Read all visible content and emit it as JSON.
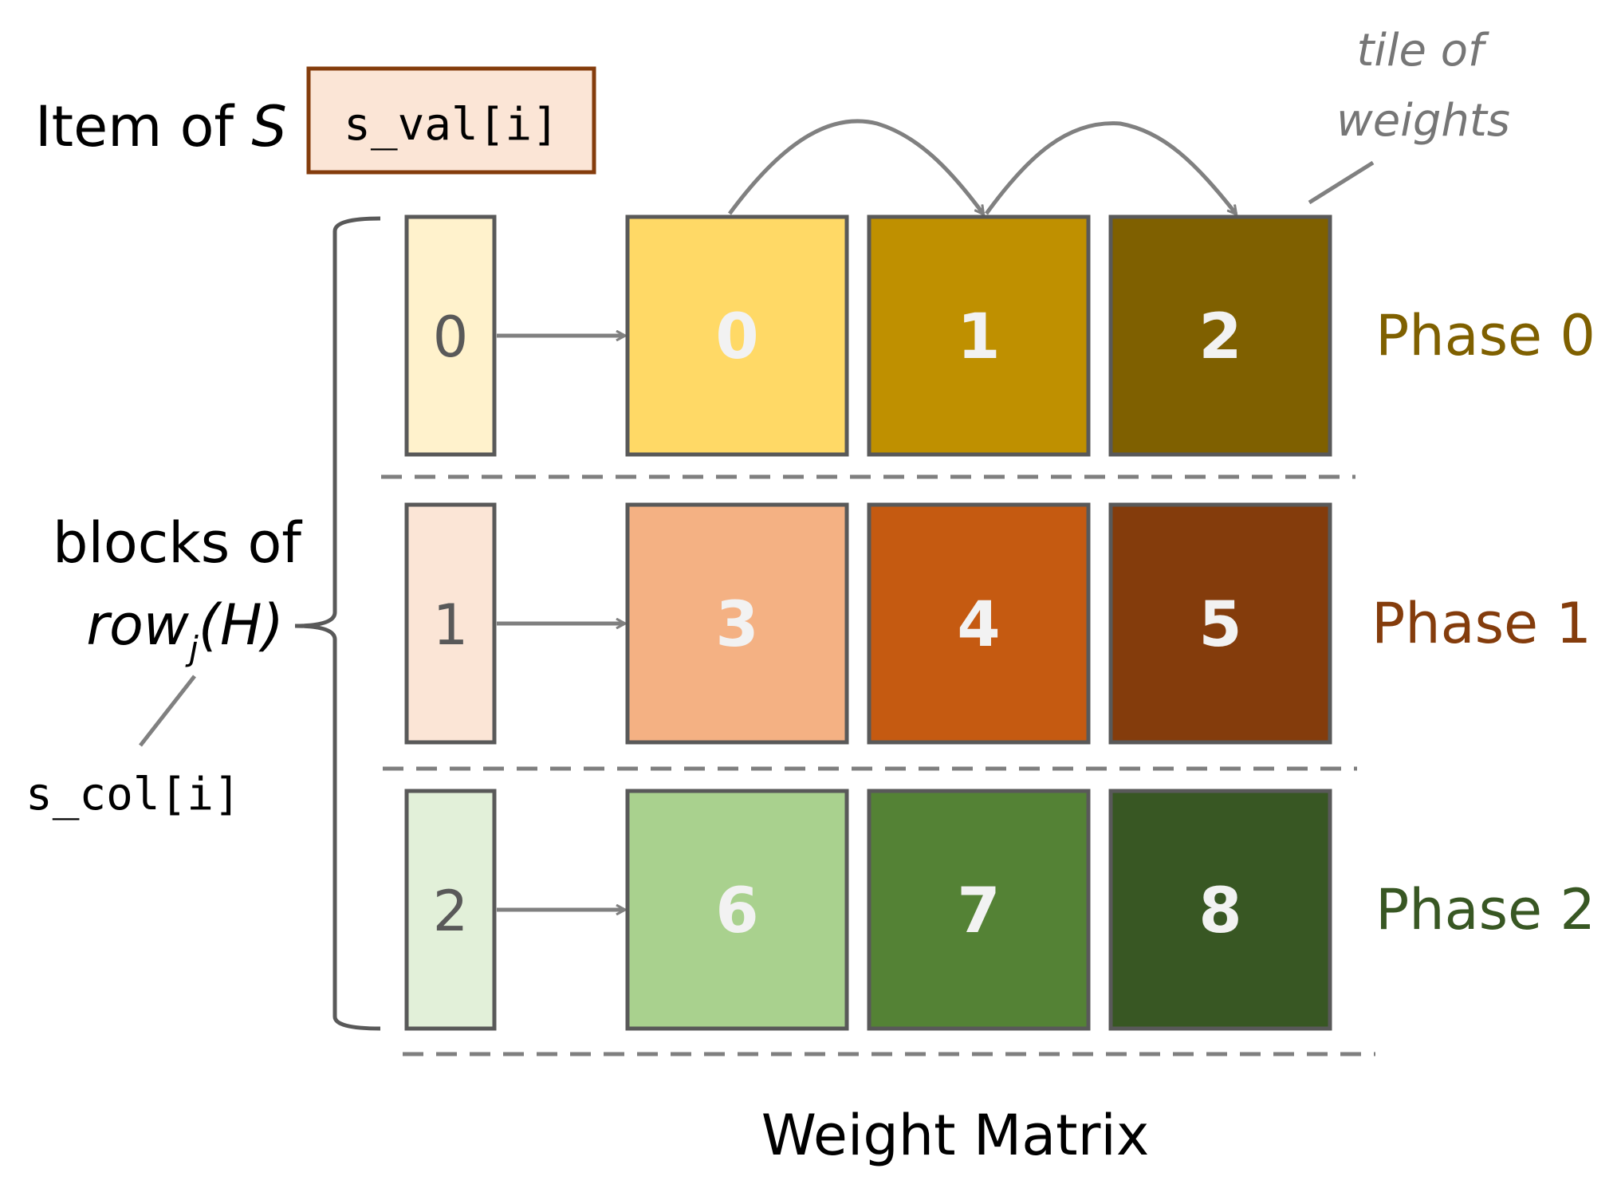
{
  "item_label": {
    "prefix": "Item of ",
    "var": "S"
  },
  "s_val_box": "s_val[i]",
  "tile_annotation": [
    "tile of",
    "weights"
  ],
  "blocks_label": {
    "line1": "blocks of",
    "row": "row",
    "sub": "j",
    "rest": "(H)"
  },
  "s_col_label": "s_col[i]",
  "weight_matrix_title": "Weight Matrix",
  "rows": [
    {
      "block_index": "0",
      "block_fill": "#FFF2CC",
      "phase_label": "Phase 0",
      "phase_color": "#7F6000",
      "tiles": [
        {
          "label": "0",
          "fill": "#FFD966"
        },
        {
          "label": "1",
          "fill": "#BF9000"
        },
        {
          "label": "2",
          "fill": "#7F6000"
        }
      ]
    },
    {
      "block_index": "1",
      "block_fill": "#FBE5D6",
      "phase_label": "Phase 1",
      "phase_color": "#843C0C",
      "tiles": [
        {
          "label": "3",
          "fill": "#F4B183"
        },
        {
          "label": "4",
          "fill": "#C55A11"
        },
        {
          "label": "5",
          "fill": "#843C0C"
        }
      ]
    },
    {
      "block_index": "2",
      "block_fill": "#E2F0D9",
      "phase_label": "Phase 2",
      "phase_color": "#385723",
      "tiles": [
        {
          "label": "6",
          "fill": "#A9D18E"
        },
        {
          "label": "7",
          "fill": "#548235"
        },
        {
          "label": "8",
          "fill": "#385723"
        }
      ]
    }
  ],
  "colors": {
    "outline": "#595959",
    "arrow": "#808080",
    "s_val_fill": "#FBE5D6",
    "s_val_border": "#843C0C",
    "tile_text": "#F2F2F2",
    "block_text": "#595959",
    "annotation": "#767676"
  }
}
